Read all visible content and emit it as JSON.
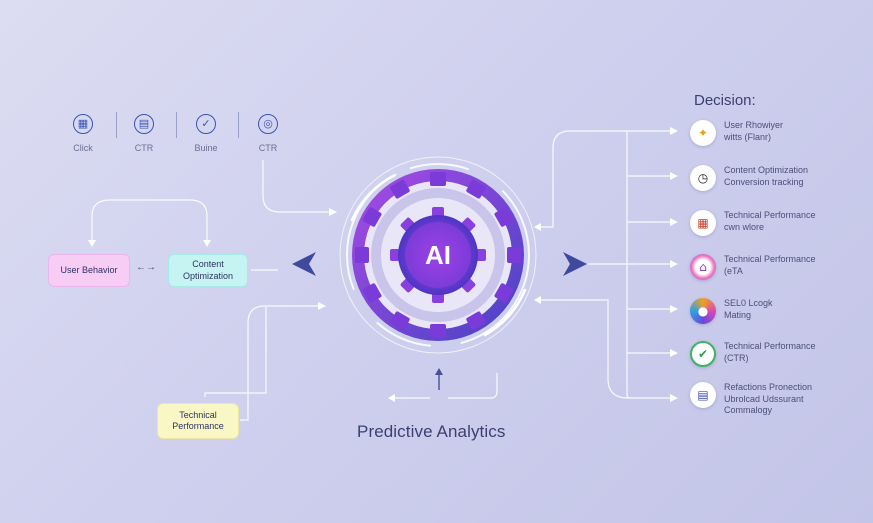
{
  "metrics": [
    {
      "icon": "grid-icon",
      "label": "Click",
      "glyph": "▦"
    },
    {
      "icon": "chart-icon",
      "label": "CTR",
      "glyph": "▤"
    },
    {
      "icon": "check-icon",
      "label": "Buine",
      "glyph": "✓"
    },
    {
      "icon": "target-icon",
      "label": "CTR",
      "glyph": "◎"
    }
  ],
  "nodes": {
    "user_behavior": "User Behavior",
    "content_line1": "Content",
    "content_line2": "Optimization",
    "technical_line1": "Technical",
    "technical_line2": "Performance"
  },
  "hub": {
    "label": "AI",
    "title": "Predictive Analytics",
    "colors": {
      "outer": "#5a33c6",
      "inner": "#8a3fe0",
      "accent": "#b34be6"
    }
  },
  "decision": {
    "title": "Decision:",
    "items": [
      {
        "icon": "spark-icon",
        "glyph": "✦",
        "color": "#e6a11a",
        "line1": "User Rhowiyer",
        "line2": "witts (Flanr)"
      },
      {
        "icon": "clock-icon",
        "glyph": "◷",
        "color": "#222222",
        "line1": "Content Optimization",
        "line2": "Conversion tracking"
      },
      {
        "icon": "calendar-icon",
        "glyph": "▦",
        "color": "#c2412b",
        "line1": "Technical Performance",
        "line2": "cwn wlore"
      },
      {
        "icon": "home-icon",
        "glyph": "⌂",
        "color": "#7b3fd6",
        "line1": "Technical Performance",
        "line2": "(eTA"
      },
      {
        "icon": "globe-icon",
        "glyph": "●",
        "color": "#d84ab5",
        "line1": "SEL0 Lcogk",
        "line2": "Mating"
      },
      {
        "icon": "chart-check-icon",
        "glyph": "✔",
        "color": "#2f9e4f",
        "line1": "Technical Performance",
        "line2": "(CTR)"
      },
      {
        "icon": "document-icon",
        "glyph": "▤",
        "color": "#3a4ab8",
        "line1": "Refactions Pronection",
        "line2": "Ubrolcad Udssurant",
        "line3": "Commalogy"
      }
    ]
  }
}
